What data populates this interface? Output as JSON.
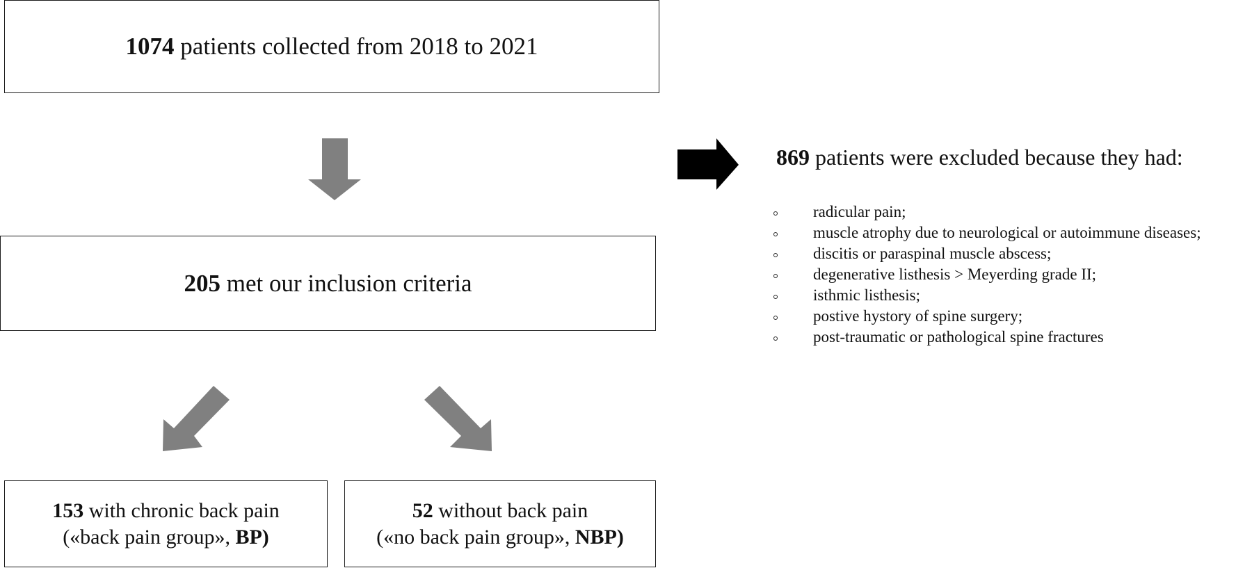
{
  "boxes": {
    "total": {
      "count": "1074",
      "text": "patients collected from 2018 to 2021"
    },
    "included": {
      "count": "205",
      "text": "met our inclusion criteria"
    },
    "bp": {
      "count": "153",
      "text": "with chronic back pain",
      "line2_prefix": "(«back pain group», ",
      "abbr": "BP)"
    },
    "nbp": {
      "count": "52",
      "text": "without back pain",
      "line2_prefix": "(«no back pain group», ",
      "abbr": "NBP)"
    }
  },
  "exclusion": {
    "count": "869",
    "text": "patients were excluded because they had:",
    "items": [
      "radicular pain;",
      "muscle atrophy due to neurological or autoimmune diseases;",
      "discitis or paraspinal muscle abscess;",
      "degenerative listhesis > Meyerding grade II;",
      "isthmic listhesis;",
      "postive hystory of spine surgery;",
      "post-traumatic or pathological spine fractures"
    ]
  },
  "colors": {
    "gray_arrow": "#808080",
    "black_arrow": "#000000",
    "border": "#1a1a1a"
  },
  "icons": [
    "arrow-down-icon",
    "arrow-right-icon",
    "arrow-down-left-icon",
    "arrow-down-right-icon",
    "bullet-icon"
  ]
}
